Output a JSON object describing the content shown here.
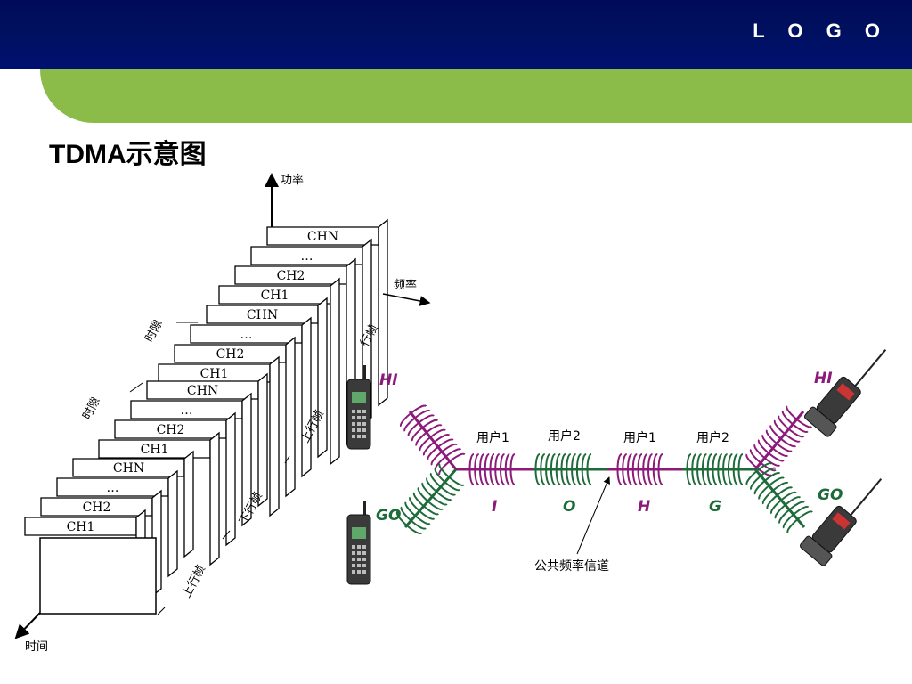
{
  "header": {
    "logo": "L O G O"
  },
  "slide": {
    "title": "TDMA示意图"
  },
  "left_diagram": {
    "axis_power": "功率",
    "axis_frequency": "频率",
    "axis_time": "时间",
    "slot_label_1": "时隙",
    "slot_label_2": "时隙",
    "uplink_frame_1": "上行帧",
    "downlink_frame": "下行帧",
    "uplink_frame_2": "上行帧",
    "partial_frame": "行帧",
    "blocks": [
      {
        "channels": [
          "CHN",
          "…",
          "CH2",
          "CH1"
        ]
      },
      {
        "channels": [
          "CHN",
          "…",
          "CH2",
          "CH1"
        ]
      },
      {
        "channels": [
          "CHN",
          "…",
          "CH2",
          "CH1"
        ]
      },
      {
        "channels": [
          "CHN",
          "…",
          "CH2",
          "CH1"
        ]
      }
    ]
  },
  "right_diagram": {
    "left_top_tag": "HI",
    "left_bottom_tag": "GO",
    "right_top_tag": "HI",
    "right_bottom_tag": "GO",
    "users": [
      "用户1",
      "用户2",
      "用户1",
      "用户2"
    ],
    "letters": [
      "I",
      "O",
      "H",
      "G"
    ],
    "channel_label": "公共频率信道"
  },
  "colors": {
    "purple": "#8b1a7a",
    "green": "#1e6b3a",
    "navy": "#000a5a",
    "accent_green": "#8bbc4a"
  }
}
